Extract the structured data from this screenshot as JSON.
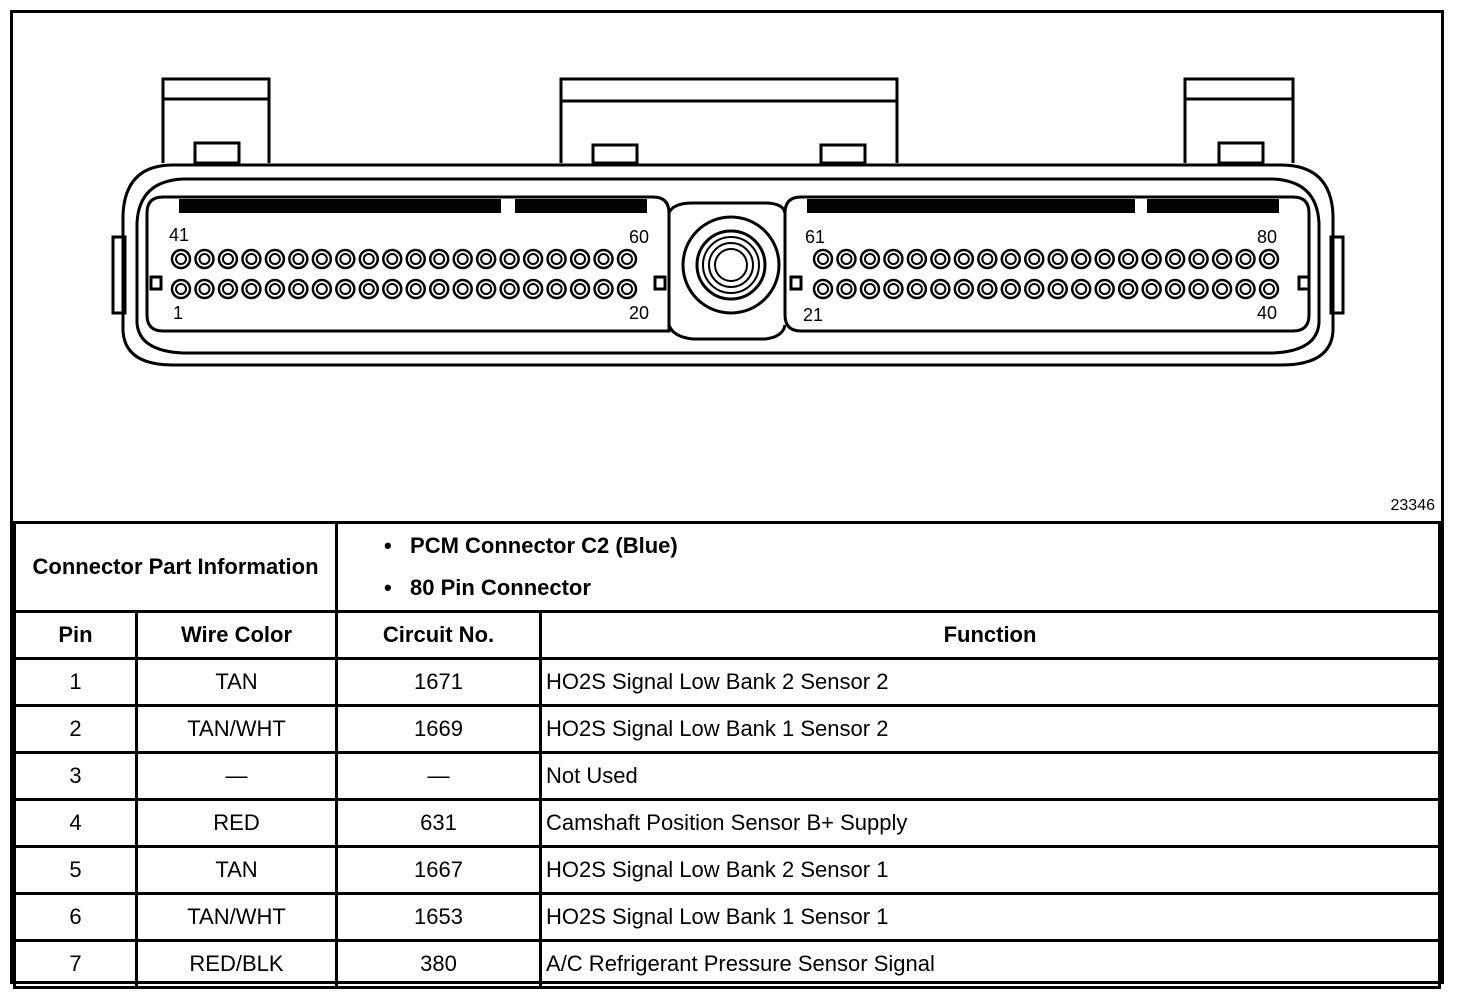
{
  "connector": {
    "left_pin_labels": {
      "top_left": "41",
      "top_right": "60",
      "bottom_left": "1",
      "bottom_right": "20"
    },
    "right_pin_labels": {
      "top_left": "61",
      "top_right": "80",
      "bottom_left": "21",
      "bottom_right": "40"
    },
    "figure_number": "23346"
  },
  "info": {
    "label": "Connector Part Information",
    "bullet": "•",
    "items": [
      "PCM Connector C2 (Blue)",
      "80 Pin Connector"
    ]
  },
  "table": {
    "headers": {
      "pin": "Pin",
      "wire": "Wire Color",
      "circuit": "Circuit No.",
      "function": "Function"
    },
    "rows": [
      {
        "pin": "1",
        "wire": "TAN",
        "circuit": "1671",
        "function": "HO2S Signal Low Bank 2 Sensor 2"
      },
      {
        "pin": "2",
        "wire": "TAN/WHT",
        "circuit": "1669",
        "function": "HO2S Signal Low Bank 1 Sensor 2"
      },
      {
        "pin": "3",
        "wire": "—",
        "circuit": "—",
        "function": "Not Used"
      },
      {
        "pin": "4",
        "wire": "RED",
        "circuit": "631",
        "function": "Camshaft Position Sensor B+ Supply"
      },
      {
        "pin": "5",
        "wire": "TAN",
        "circuit": "1667",
        "function": "HO2S Signal Low Bank 2 Sensor 1"
      },
      {
        "pin": "6",
        "wire": "TAN/WHT",
        "circuit": "1653",
        "function": "HO2S Signal Low Bank 1 Sensor 1"
      },
      {
        "pin": "7",
        "wire": "RED/BLK",
        "circuit": "380",
        "function": "A/C Refrigerant Pressure Sensor Signal"
      }
    ]
  }
}
